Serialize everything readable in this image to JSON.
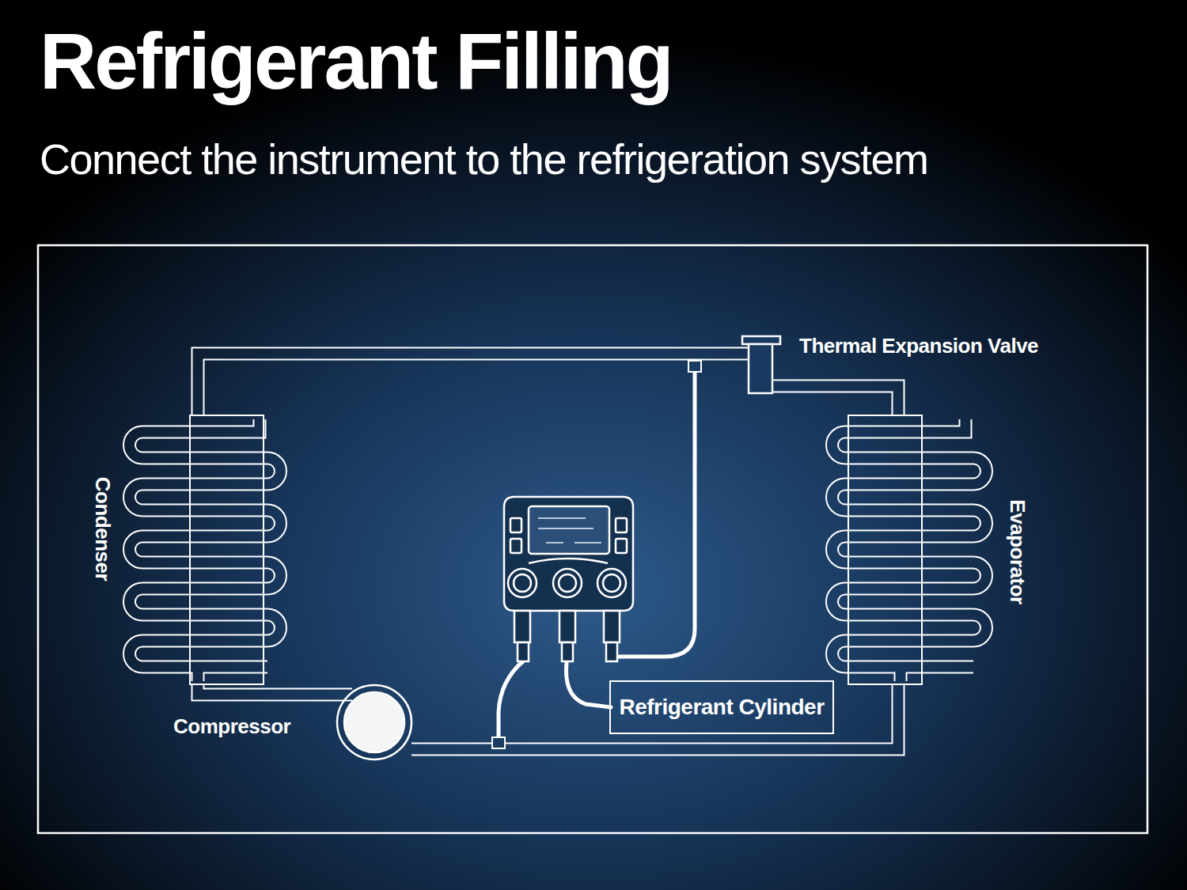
{
  "diagram": {
    "title": "Refrigerant Filling",
    "caption": "Connect the instrument to the refrigeration system",
    "nodes": [
      {
        "text": [
          "Refrigerant Cylinder"
        ]
      }
    ],
    "labels": [
      "Thermal Expansion Valve",
      "Condenser",
      "Evaporator",
      "Compressor"
    ]
  }
}
